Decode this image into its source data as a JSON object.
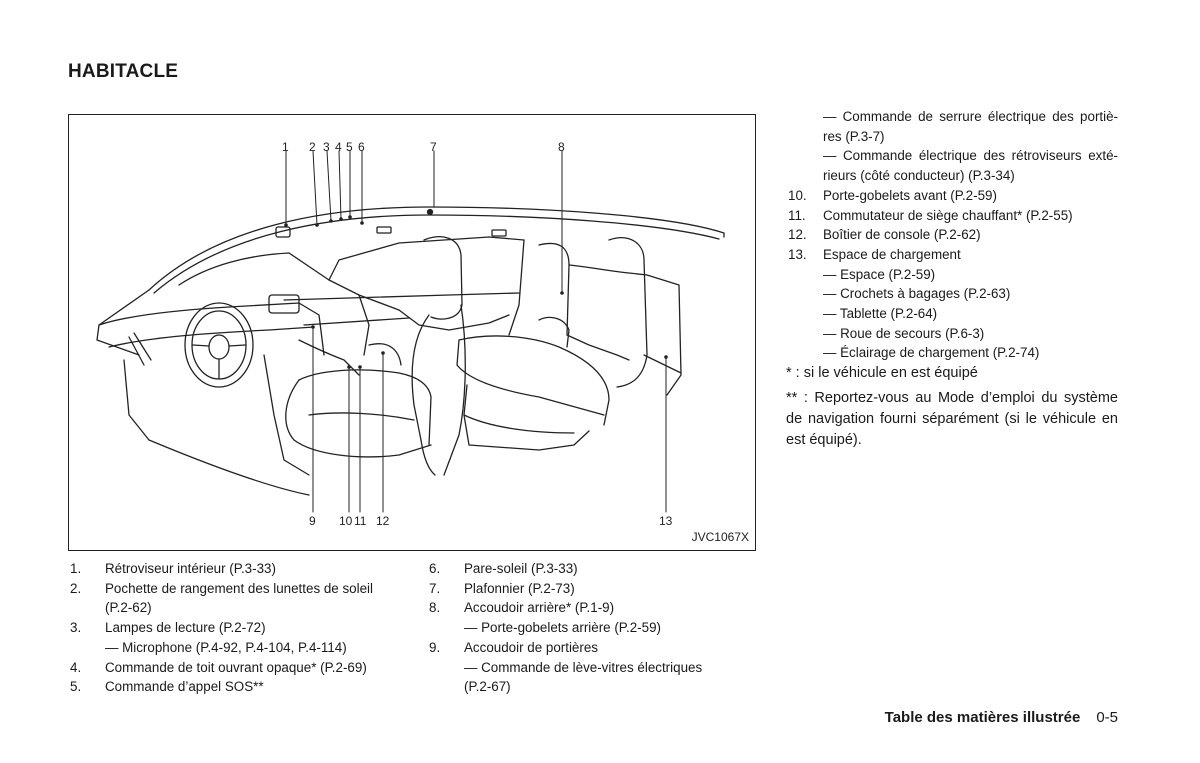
{
  "title": "HABITACLE",
  "figure": {
    "code": "JVC1067X",
    "callouts": [
      "1",
      "2",
      "3",
      "4",
      "5",
      "6",
      "7",
      "8",
      "9",
      "10",
      "11",
      "12",
      "13"
    ]
  },
  "left_list": [
    {
      "num": "1.",
      "text": "Rétroviseur intérieur (P.3-33)"
    },
    {
      "num": "2.",
      "text": "Pochette de rangement des lunettes de soleil",
      "cont": "(P.2-62)"
    },
    {
      "num": "3.",
      "text": "Lampes de lecture (P.2-72)",
      "sub": "— Microphone (P.4-92, P.4-104, P.4-114)"
    },
    {
      "num": "4.",
      "text": "Commande de toit ouvrant opaque* (P.2-69)"
    },
    {
      "num": "5.",
      "text": "Commande d’appel SOS**"
    }
  ],
  "middle_list": [
    {
      "num": "6.",
      "text": "Pare-soleil (P.3-33)"
    },
    {
      "num": "7.",
      "text": "Plafonnier (P.2-73)"
    },
    {
      "num": "8.",
      "text": "Accoudoir arrière* (P.1-9)",
      "sub": "— Porte-gobelets arrière (P.2-59)"
    },
    {
      "num": "9.",
      "text": "Accoudoir de portières",
      "sub": "— Commande de lève-vitres électriques",
      "cont": "(P.2-67)"
    }
  ],
  "right_list": {
    "continuation": [
      "— Commande de serrure électrique des portiè-",
      "res (P.3-7)",
      "— Commande électrique des rétroviseurs exté-",
      "rieurs (côté conducteur) (P.3-34)"
    ],
    "items": [
      {
        "num": "10.",
        "text": "Porte-gobelets avant (P.2-59)"
      },
      {
        "num": "11.",
        "text": "Commutateur de siège chauffant* (P.2-55)"
      },
      {
        "num": "12.",
        "text": "Boîtier de console (P.2-62)"
      },
      {
        "num": "13.",
        "text": "Espace de chargement"
      }
    ],
    "subs": [
      "— Espace (P.2-59)",
      "— Crochets à bagages (P.2-63)",
      "— Tablette (P.2-64)",
      "— Roue de secours (P.6-3)",
      "— Éclairage de chargement (P.2-74)"
    ]
  },
  "notes": {
    "star": "* : si le véhicule en est équipé",
    "double_star": "** : Reportez-vous au Mode d’emploi du système de navigation fourni séparément (si le véhicule en est équipé)."
  },
  "footer": {
    "section": "Table des matières illustrée",
    "page": "0-5"
  }
}
